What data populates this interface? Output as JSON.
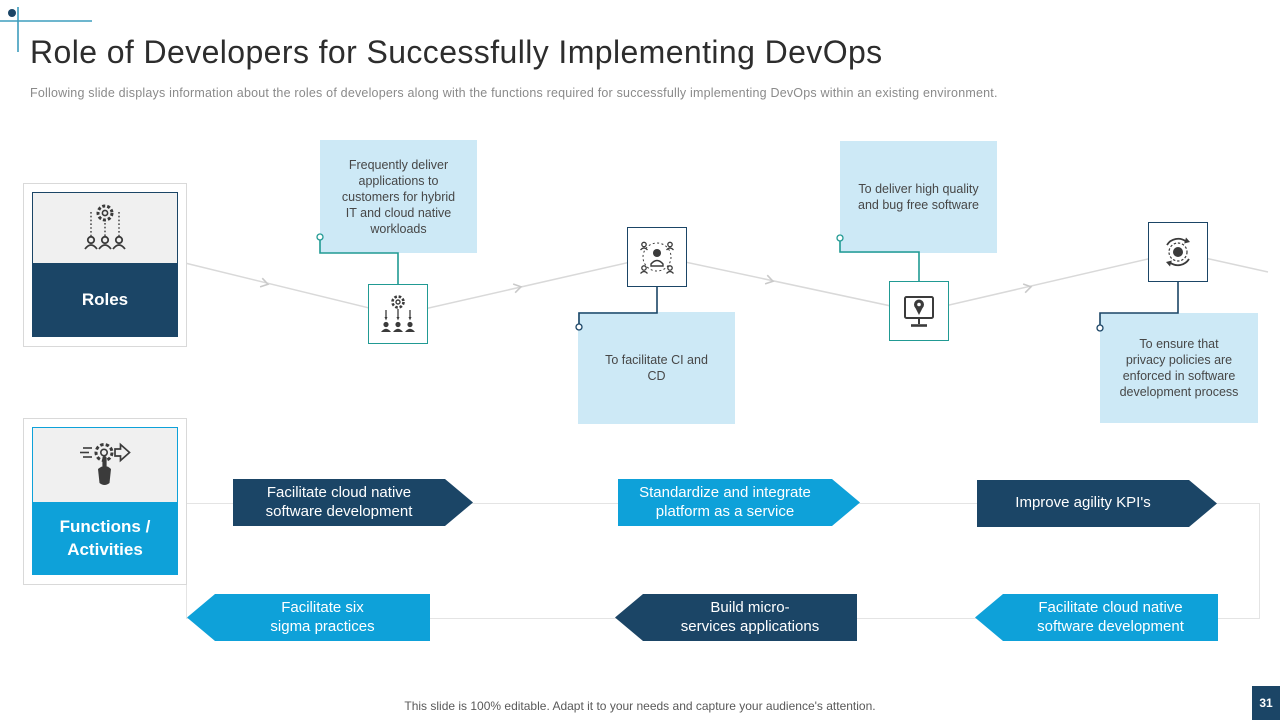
{
  "slide": {
    "title": "Role of Developers for Successfully Implementing DevOps",
    "subtitle": "Following slide displays information about the roles of developers along with the functions required for successfully implementing DevOps within an existing environment.",
    "footer": "This slide is 100% editable. Adapt it to your needs and capture your audience's attention.",
    "page_number": "31"
  },
  "colors": {
    "navy": "#1b4566",
    "cyan": "#0ea1d9",
    "teal": "#219a93",
    "callout_bg": "#cde9f6",
    "connector_gray": "#d9d9d9"
  },
  "categories": [
    {
      "label": "Roles",
      "icon": "gear-team-icon"
    },
    {
      "label": "Functions / Activities",
      "icon": "gear-hand-arrow-icon"
    }
  ],
  "timeline": [
    {
      "icon": "delegation-icon",
      "callout": "Frequently deliver applications to customers for hybrid IT and cloud native workloads",
      "callout_position": "above"
    },
    {
      "icon": "team-network-icon",
      "callout": "To facilitate CI and CD",
      "callout_position": "below"
    },
    {
      "icon": "monitor-quality-icon",
      "callout": "To deliver high quality and bug free software",
      "callout_position": "above"
    },
    {
      "icon": "process-sync-icon",
      "callout": "To ensure that privacy policies are enforced in software development process",
      "callout_position": "below"
    }
  ],
  "function_arrows": {
    "row_top": [
      {
        "label": "Facilitate cloud native\nsoftware development",
        "color": "navy",
        "direction": "right"
      },
      {
        "label": "Standardize and integrate\nplatform as a service",
        "color": "cyan",
        "direction": "right"
      },
      {
        "label": "Improve agility KPI's",
        "color": "navy",
        "direction": "right"
      }
    ],
    "row_bottom": [
      {
        "label": "Facilitate six\nsigma practices",
        "color": "cyan",
        "direction": "left"
      },
      {
        "label": "Build micro-\nservices applications",
        "color": "navy",
        "direction": "left"
      },
      {
        "label": "Facilitate cloud native\nsoftware development",
        "color": "cyan",
        "direction": "left"
      }
    ]
  }
}
